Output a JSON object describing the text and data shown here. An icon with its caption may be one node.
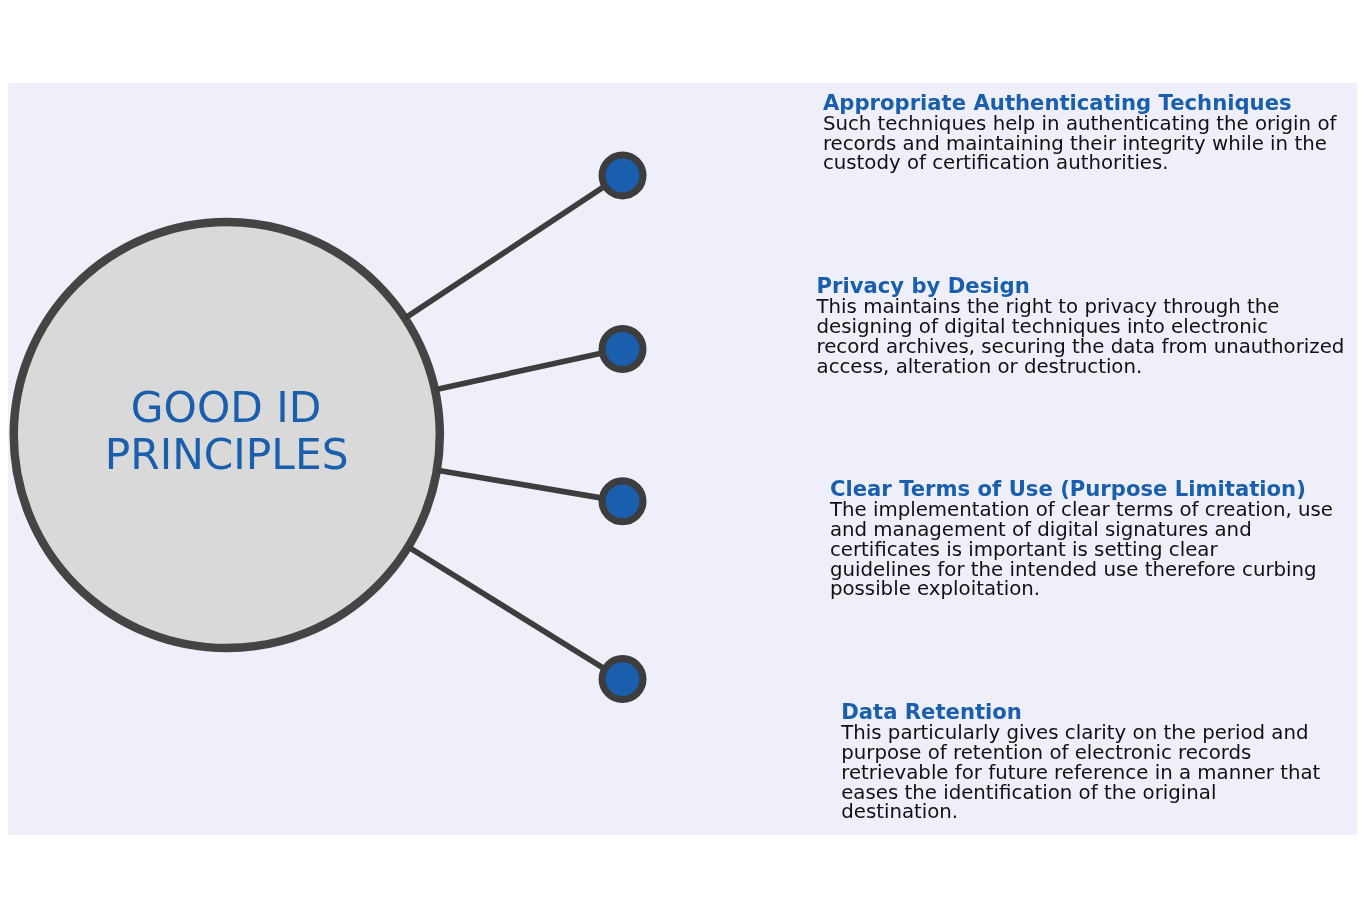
{
  "diagram": {
    "nodes": [
      {
        "text": [
          "GOOD ID PRINCIPLES"
        ]
      },
      {
        "text": [],
        "shape": "circle",
        "beside": [
          "Appropriate Authenticating Techniques",
          "Such techniques help in authenticating the origin of records and maintaining their integrity while in the custody of certification authorities."
        ]
      },
      {
        "text": [],
        "shape": "circle",
        "beside": [
          "Privacy by Design",
          "This maintains the right to privacy through the designing of digital techniques into electronic record archives, securing the data from unauthorized access, alteration or destruction."
        ]
      },
      {
        "text": [],
        "shape": "circle",
        "beside": [
          "Clear Terms of Use (Purpose Limitation)",
          "The implementation of clear terms of creation, use and management of digital signatures and certificates is important is setting clear guidelines for the intended use therefore curbing possible exploitation."
        ]
      },
      {
        "text": [],
        "shape": "circle",
        "beside": [
          "Data Retention",
          "This particularly gives clarity on the period and purpose of retention of electronic records retrievable for future reference in a manner that eases the identification of the original destination."
        ]
      }
    ],
    "edges": [
      {
        "from": 0,
        "to": 1,
        "arrow": "none"
      },
      {
        "from": 0,
        "to": 2,
        "arrow": "none"
      },
      {
        "from": 0,
        "to": 3,
        "arrow": "none"
      },
      {
        "from": 0,
        "to": 4,
        "arrow": "none"
      }
    ]
  }
}
